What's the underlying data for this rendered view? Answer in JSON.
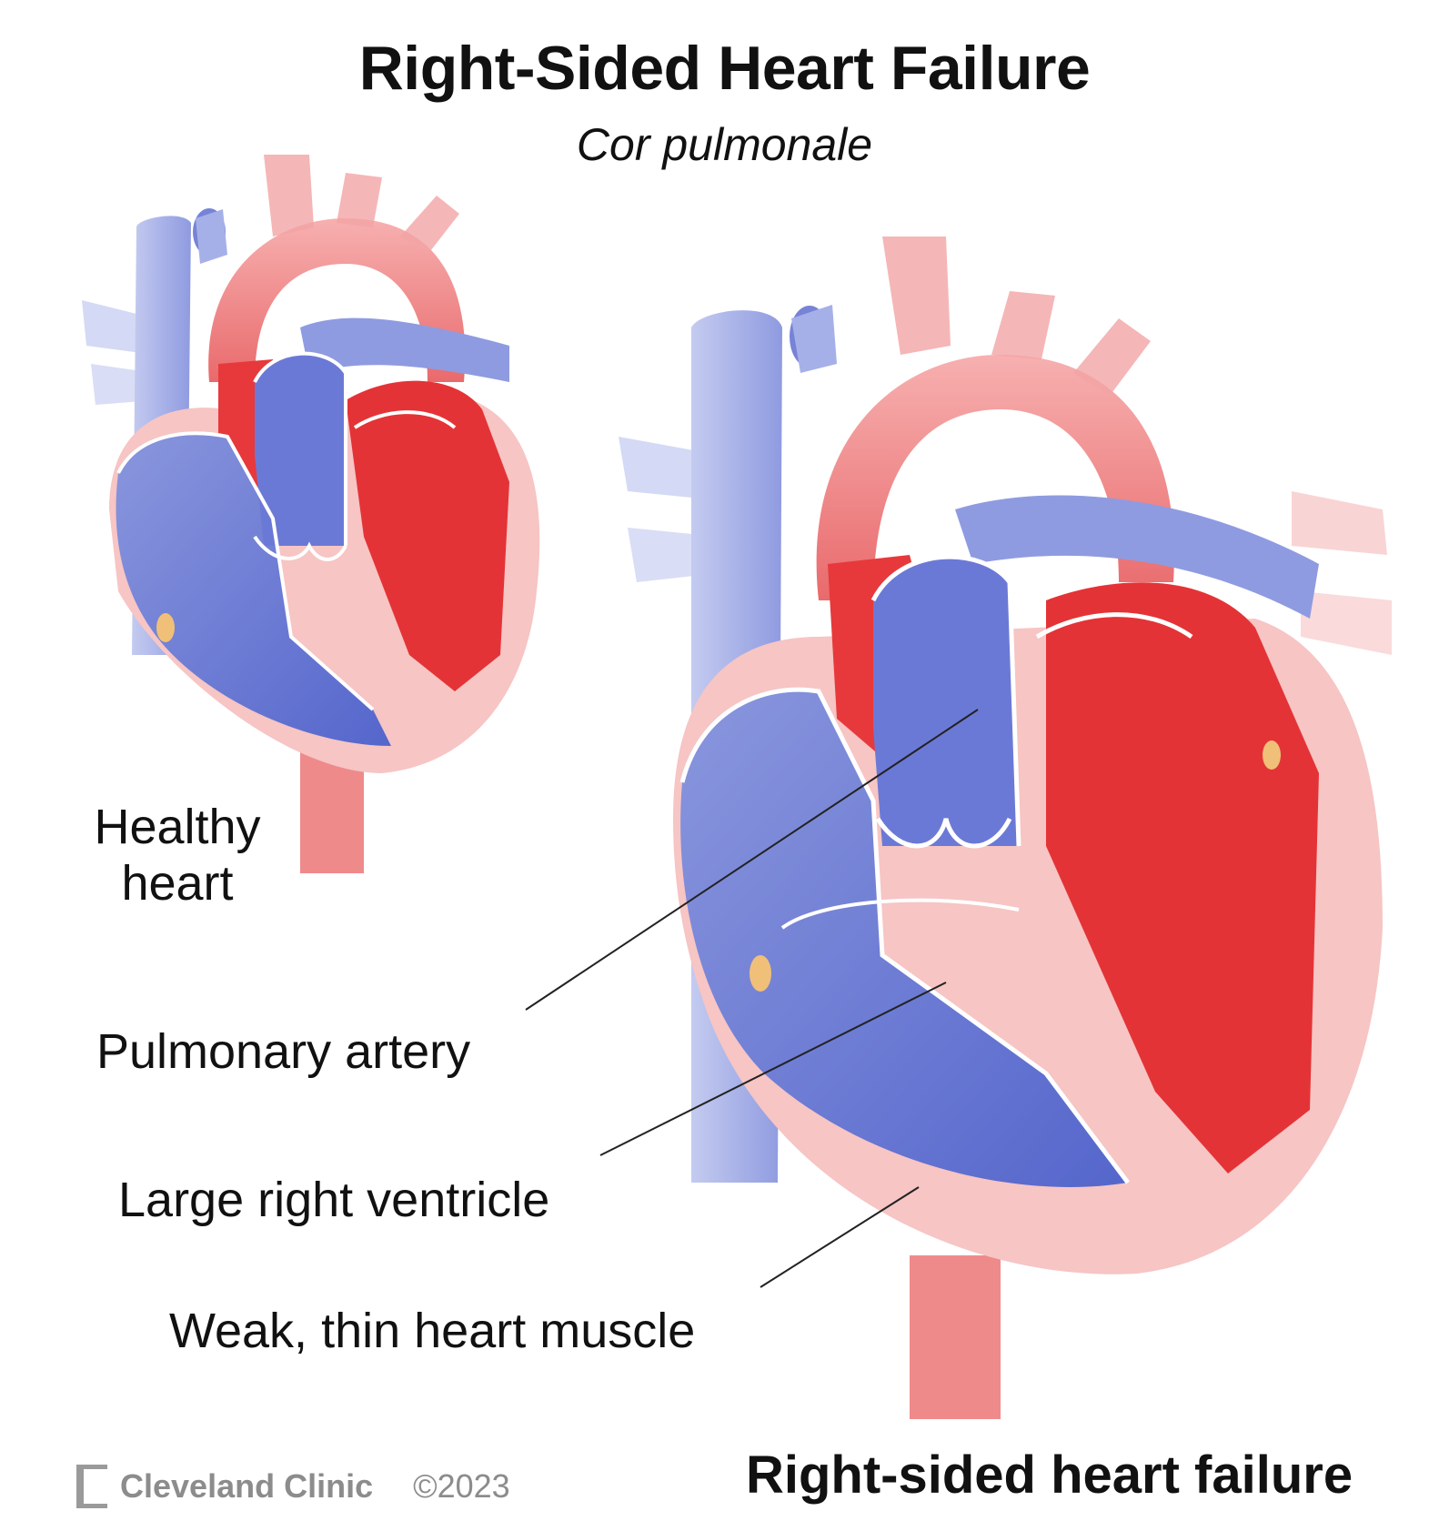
{
  "title": "Right-Sided Heart Failure",
  "subtitle": "Cor pulmonale",
  "labels": {
    "healthy_line1": "Healthy",
    "healthy_line2": "heart",
    "pulmonary_artery": "Pulmonary artery",
    "large_right_ventricle": "Large right ventricle",
    "weak_muscle": "Weak, thin heart muscle",
    "failure_heart": "Right-sided heart failure"
  },
  "footer": {
    "brand": "Cleveland Clinic",
    "copyright": "©2023"
  },
  "colors": {
    "artery_red": "#e53033",
    "vein_blue": "#5e6fd2",
    "muscle_pink": "#f6c5c4",
    "light_blue": "#9aa6e3"
  }
}
